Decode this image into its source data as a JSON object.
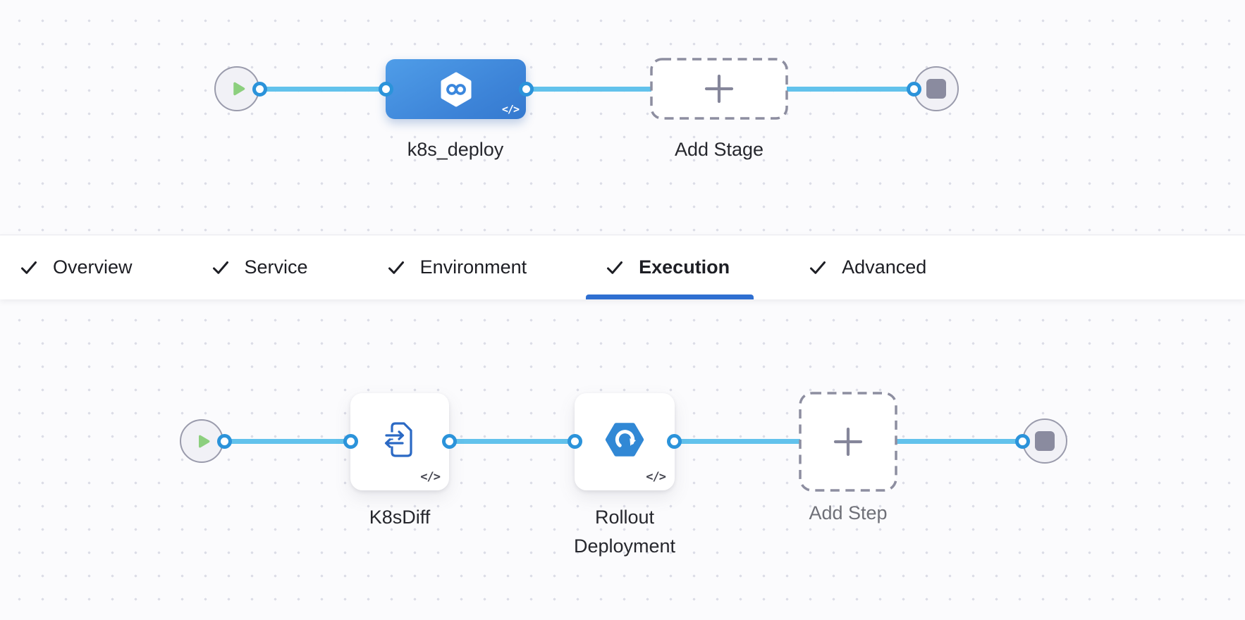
{
  "stage_graph": {
    "start_node": {
      "icon": "play-icon"
    },
    "stage": {
      "label": "k8s_deploy",
      "icon": "harness-infinity-icon",
      "template_badge": "</>"
    },
    "add_stage": {
      "label": "Add Stage",
      "icon": "plus-icon"
    },
    "end_node": {
      "icon": "stop-icon"
    }
  },
  "tab_bar": {
    "tabs": [
      {
        "label": "Overview",
        "checked": true,
        "active": false,
        "icon": "check-icon"
      },
      {
        "label": "Service",
        "checked": true,
        "active": false,
        "icon": "check-icon"
      },
      {
        "label": "Environment",
        "checked": true,
        "active": false,
        "icon": "check-icon"
      },
      {
        "label": "Execution",
        "checked": true,
        "active": true,
        "icon": "check-icon"
      },
      {
        "label": "Advanced",
        "checked": true,
        "active": false,
        "icon": "check-icon"
      }
    ]
  },
  "execution_graph": {
    "start_node": {
      "icon": "play-icon"
    },
    "steps": [
      {
        "label": "K8sDiff",
        "icon": "k8s-diff-icon",
        "template_badge": "</>"
      },
      {
        "label": "Rollout Deployment",
        "icon": "rollout-deployment-icon",
        "template_badge": "</>"
      }
    ],
    "add_step": {
      "label": "Add Step",
      "icon": "plus-icon"
    },
    "end_node": {
      "icon": "stop-icon"
    }
  },
  "colors": {
    "stage_node_blue": "#3d84d8",
    "connector_line": "#62c2ec",
    "port_ring": "#2b93da",
    "active_tab_underline": "#2f6fd1",
    "play_green": "#8ccf7e",
    "step_icon_blue": "#2b69c4",
    "rollout_hexagon_blue": "#3188d5",
    "node_gray": "#8a8b9f",
    "dashed_border_gray": "#8d8ea0",
    "canvas_background": "#fbfbfd"
  }
}
